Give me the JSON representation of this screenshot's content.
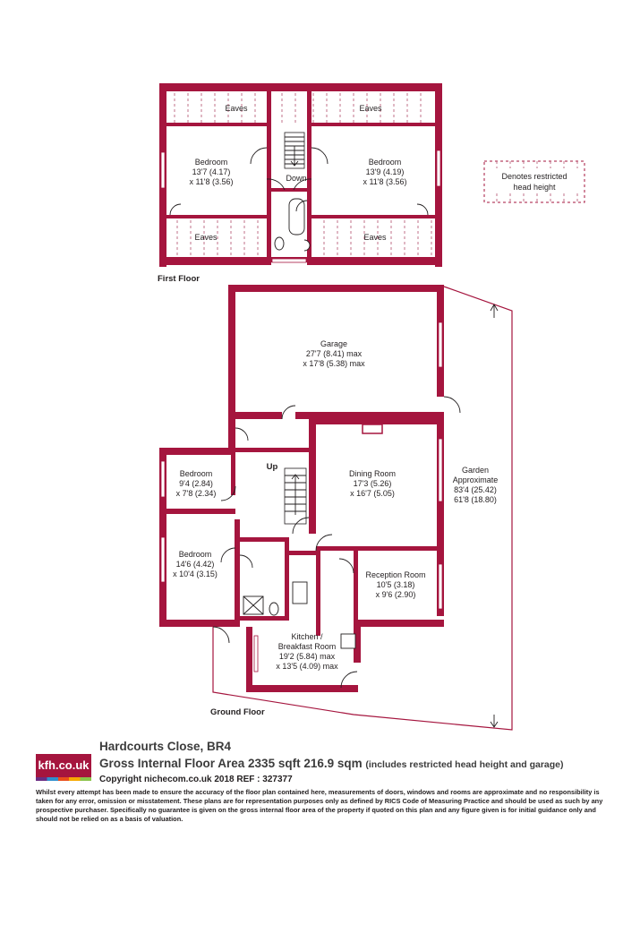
{
  "plan": {
    "first_floor_label": "First Floor",
    "ground_floor_label": "Ground Floor",
    "legend_text_1": "Denotes restricted",
    "legend_text_2": "head height",
    "first_floor_rooms": {
      "eaves_top_left": "Eaves",
      "eaves_top_right": "Eaves",
      "eaves_bottom_left": "Eaves",
      "eaves_bottom_right": "Eaves",
      "bedroom_left": {
        "name": "Bedroom",
        "dim1": "13'7 (4.17)",
        "dim2": "x 11'8 (3.56)"
      },
      "bedroom_right": {
        "name": "Bedroom",
        "dim1": "13'9 (4.19)",
        "dim2": "x 11'8 (3.56)"
      },
      "stairs_down": "Down"
    },
    "ground_floor_rooms": {
      "garage": {
        "name": "Garage",
        "dim1": "27'7 (8.41) max",
        "dim2": "x 17'8 (5.38) max"
      },
      "bedroom_small": {
        "name": "Bedroom",
        "dim1": "9'4 (2.84)",
        "dim2": "x 7'8 (2.34)"
      },
      "bedroom_large": {
        "name": "Bedroom",
        "dim1": "14'6 (4.42)",
        "dim2": "x 10'4 (3.15)"
      },
      "dining": {
        "name": "Dining Room",
        "dim1": "17'3 (5.26)",
        "dim2": "x 16'7 (5.05)"
      },
      "reception": {
        "name": "Reception Room",
        "dim1": "10'5 (3.18)",
        "dim2": "x 9'6 (2.90)"
      },
      "kitchen": {
        "name1": "Kitchen /",
        "name2": "Breakfast Room",
        "dim1": "19'2 (5.84) max",
        "dim2": "x 13'5 (4.09) max"
      },
      "garden": {
        "name1": "Garden",
        "name2": "Approximate",
        "dim1": "83'4 (25.42)",
        "dim2": "61'8 (18.80)"
      },
      "stairs_up": "Up"
    }
  },
  "footer": {
    "logo": "kfh.co.uk",
    "address": "Hardcourts Close, BR4",
    "area_main": "Gross Internal Floor Area 2335 sqft 216.9 sqm",
    "area_note": "(includes restricted head height and garage)",
    "copyright": "Copyright nichecom.co.uk 2018 REF : 327377",
    "disclaimer": "Whilst every attempt has been made to ensure the accuracy of the floor plan contained here, measurements of doors, windows and rooms are approximate and no responsibility is taken for any error, omission or misstatement.  These plans are for representation purposes only as defined by RICS Code of Measuring Practice and should be used as such by any prospective purchaser.  Specifically no guarantee is given on the gross internal floor area of the property if quoted on this plan and any figure given is for initial guidance only and should not be relied on as a basis of valuation."
  },
  "colors": {
    "wall": "#a5153e",
    "text": "#231f20"
  }
}
